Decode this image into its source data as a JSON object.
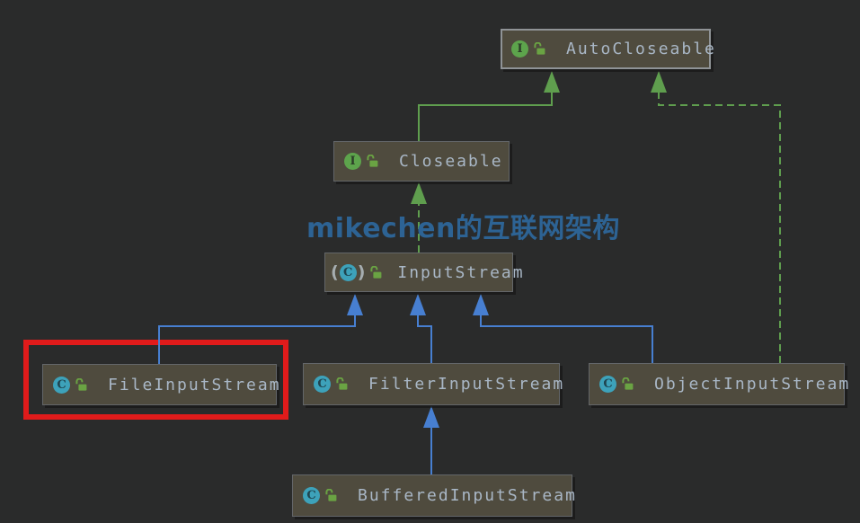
{
  "diagram": {
    "title": "Java InputStream class hierarchy (UML diagram)",
    "watermark": "mikechen的互联网架构",
    "nodes": {
      "autocloseable": {
        "label": "AutoCloseable",
        "kind": "interface",
        "visibility": "public",
        "selected": true
      },
      "closeable": {
        "label": "Closeable",
        "kind": "interface",
        "visibility": "public"
      },
      "inputstream": {
        "label": "InputStream",
        "kind": "abstract-class",
        "visibility": "public"
      },
      "fileinputstream": {
        "label": "FileInputStream",
        "kind": "class",
        "visibility": "public",
        "highlighted": true
      },
      "filterinputstream": {
        "label": "FilterInputStream",
        "kind": "class",
        "visibility": "public"
      },
      "objectinputstream": {
        "label": "ObjectInputStream",
        "kind": "class",
        "visibility": "public"
      },
      "bufferedinputstream": {
        "label": "BufferedInputStream",
        "kind": "class",
        "visibility": "public"
      }
    },
    "edges": [
      {
        "from": "Closeable",
        "to": "AutoCloseable",
        "relation": "extends",
        "style": "solid",
        "color": "#5f9e4e"
      },
      {
        "from": "InputStream",
        "to": "Closeable",
        "relation": "implements",
        "style": "dashed",
        "color": "#5f9e4e"
      },
      {
        "from": "ObjectInputStream",
        "to": "AutoCloseable",
        "relation": "implements",
        "style": "dashed",
        "color": "#5f9e4e"
      },
      {
        "from": "FileInputStream",
        "to": "InputStream",
        "relation": "extends",
        "style": "solid",
        "color": "#477fd1"
      },
      {
        "from": "FilterInputStream",
        "to": "InputStream",
        "relation": "extends",
        "style": "solid",
        "color": "#477fd1"
      },
      {
        "from": "ObjectInputStream",
        "to": "InputStream",
        "relation": "extends",
        "style": "solid",
        "color": "#477fd1"
      },
      {
        "from": "BufferedInputStream",
        "to": "FilterInputStream",
        "relation": "extends",
        "style": "solid",
        "color": "#477fd1"
      }
    ],
    "icons": {
      "interface_glyph": "I",
      "class_glyph": "C",
      "abstract_paren_open": "(",
      "abstract_paren_close": ")",
      "visibility_icon": "open-lock-icon"
    },
    "colors": {
      "background": "#2a2b2b",
      "node_fill": "#4f4b3e",
      "node_border": "#636669",
      "selected_border": "#8f9396",
      "label_text": "#a9b7c6",
      "extends_line_blue": "#477fd1",
      "interface_line_green": "#5f9e4e",
      "interface_icon_green": "#5da44c",
      "class_icon_teal": "#3da2ba",
      "lock_green": "#6aa343",
      "highlight_red": "#e01b1b",
      "watermark_blue": "#2d6394"
    }
  }
}
